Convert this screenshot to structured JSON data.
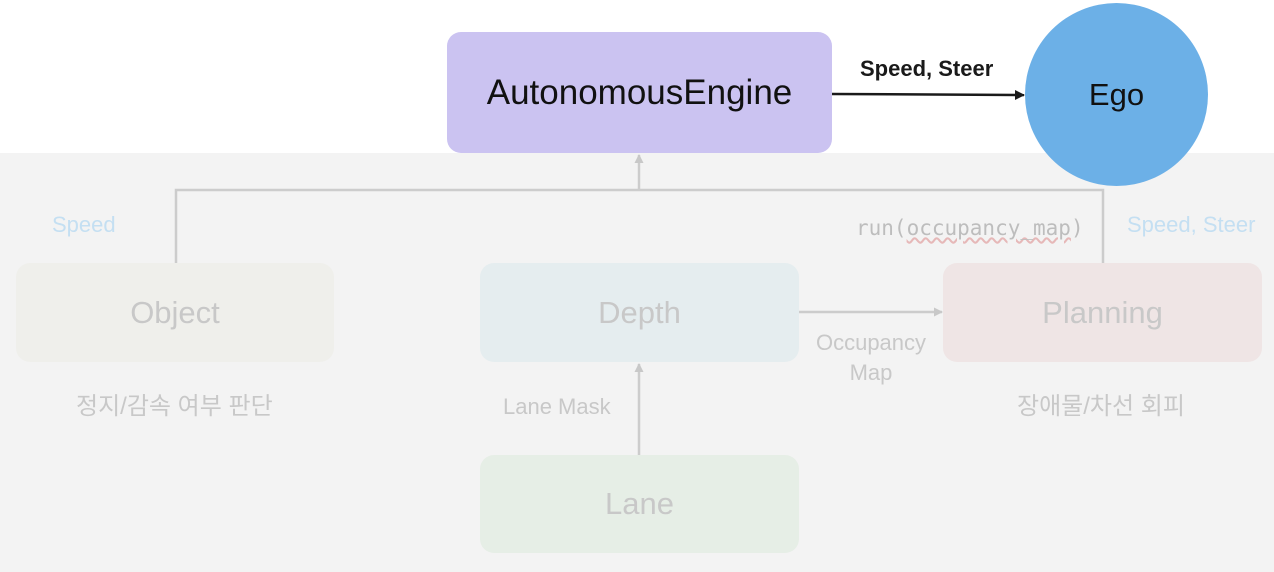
{
  "nodes": {
    "engine": "AutonomousEngine",
    "ego": "Ego",
    "object": "Object",
    "depth": "Depth",
    "planning": "Planning",
    "lane": "Lane"
  },
  "edges": {
    "engine_to_ego": "Speed, Steer",
    "object_output": "Speed",
    "planning_output": "Speed, Steer",
    "run_prefix": "run(",
    "run_arg": "occupancy_map",
    "run_suffix": ")",
    "depth_to_planning_line1": "Occupancy",
    "depth_to_planning_line2": "Map",
    "lane_to_depth": "Lane Mask"
  },
  "notes": {
    "object": "정지/감속 여부 판단",
    "planning": "장애물/차선 회피"
  },
  "colors": {
    "engine": "#cbc3f1",
    "ego": "#6cb0e7",
    "object": "#efefeb",
    "depth": "#e5edef",
    "planning": "#efe5e5",
    "lane": "#e6eee6",
    "faded_text": "#c8c8c8",
    "speed_label": "#c4dff2"
  }
}
